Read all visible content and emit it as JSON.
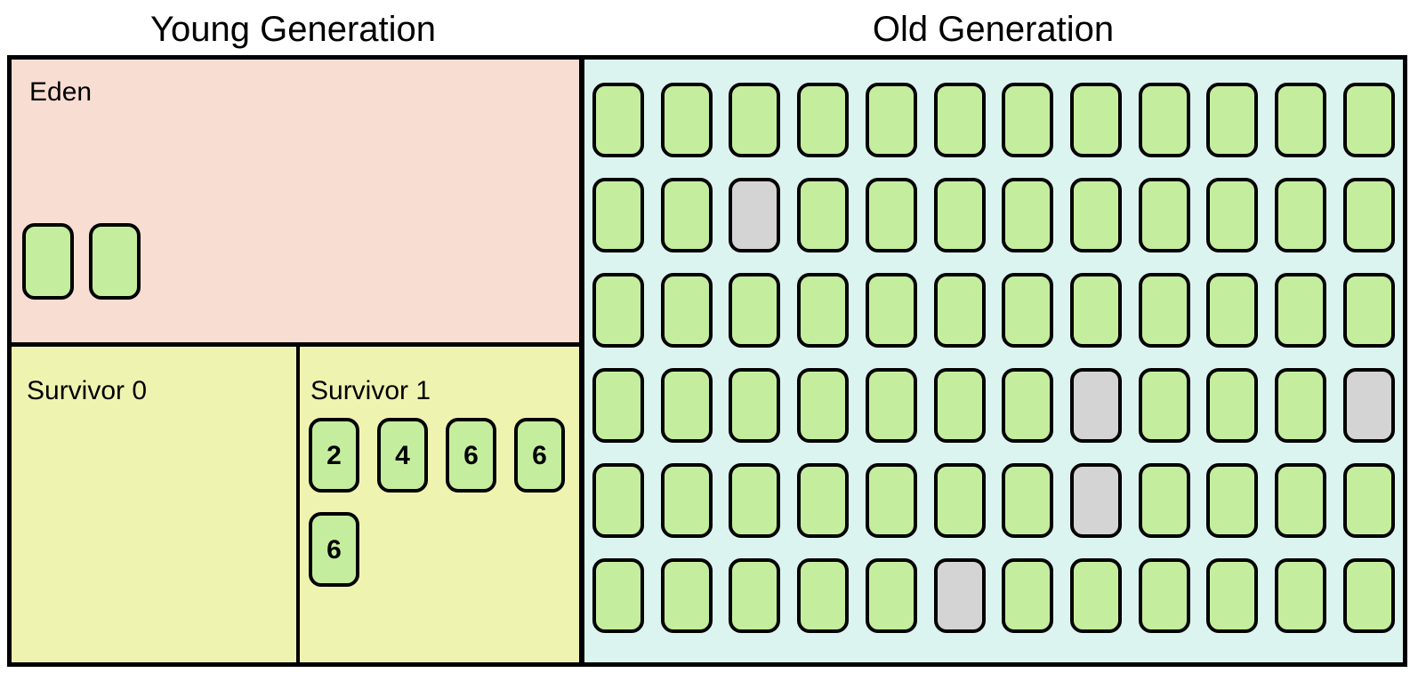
{
  "titles": {
    "young": "Young Generation",
    "old": "Old Generation"
  },
  "regions": {
    "eden": {
      "label": "Eden",
      "blocks": [
        "",
        ""
      ]
    },
    "survivor0": {
      "label": "Survivor 0",
      "block_rows": []
    },
    "survivor1": {
      "label": "Survivor 1",
      "block_rows": [
        [
          "2",
          "4",
          "6",
          "6"
        ],
        [
          "6"
        ]
      ]
    }
  },
  "old_generation": {
    "rows": 6,
    "cols": 12,
    "gray_cells": [
      {
        "row": 2,
        "col": 3
      },
      {
        "row": 4,
        "col": 8
      },
      {
        "row": 4,
        "col": 12
      },
      {
        "row": 5,
        "col": 8
      },
      {
        "row": 6,
        "col": 6
      }
    ]
  },
  "colors": {
    "eden_bg": "#f8ddd3",
    "survivor_bg": "#eff3b0",
    "old_bg": "#dbf4f0",
    "object_green": "#c4ee9e",
    "object_gray": "#d4d4d4",
    "line": "#000000"
  }
}
